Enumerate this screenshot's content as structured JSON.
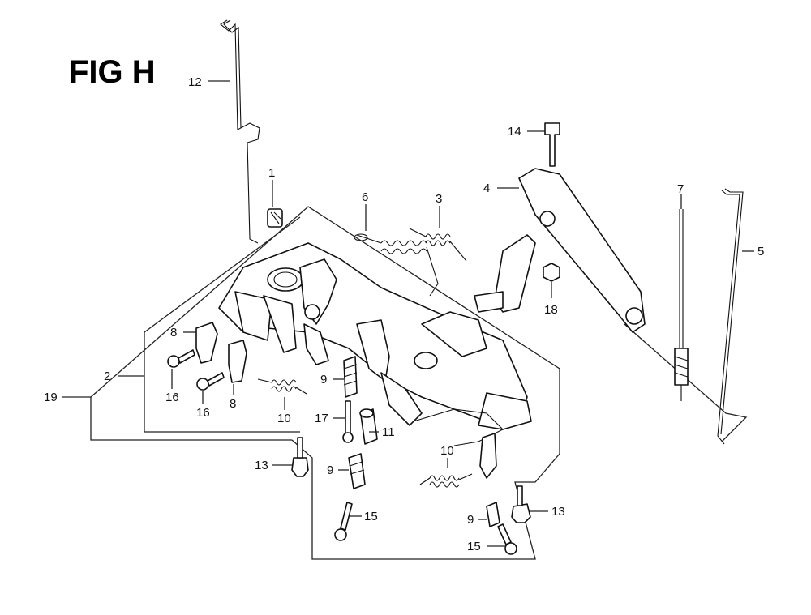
{
  "figure": {
    "title": "FIG H"
  },
  "callouts": [
    {
      "id": "c-12",
      "text": "12"
    },
    {
      "id": "c-1",
      "text": "1"
    },
    {
      "id": "c-6",
      "text": "6"
    },
    {
      "id": "c-3",
      "text": "3"
    },
    {
      "id": "c-14",
      "text": "14"
    },
    {
      "id": "c-4",
      "text": "4"
    },
    {
      "id": "c-7",
      "text": "7"
    },
    {
      "id": "c-5",
      "text": "5"
    },
    {
      "id": "c-18",
      "text": "18"
    },
    {
      "id": "c-8a",
      "text": "8"
    },
    {
      "id": "c-8b",
      "text": "8"
    },
    {
      "id": "c-2",
      "text": "2"
    },
    {
      "id": "c-19",
      "text": "19"
    },
    {
      "id": "c-16a",
      "text": "16"
    },
    {
      "id": "c-16b",
      "text": "16"
    },
    {
      "id": "c-9a",
      "text": "9"
    },
    {
      "id": "c-10a",
      "text": "10"
    },
    {
      "id": "c-17",
      "text": "17"
    },
    {
      "id": "c-11",
      "text": "11"
    },
    {
      "id": "c-10b",
      "text": "10"
    },
    {
      "id": "c-13a",
      "text": "13"
    },
    {
      "id": "c-9b",
      "text": "9"
    },
    {
      "id": "c-15a",
      "text": "15"
    },
    {
      "id": "c-9c",
      "text": "9"
    },
    {
      "id": "c-13b",
      "text": "13"
    },
    {
      "id": "c-15b",
      "text": "15"
    }
  ]
}
